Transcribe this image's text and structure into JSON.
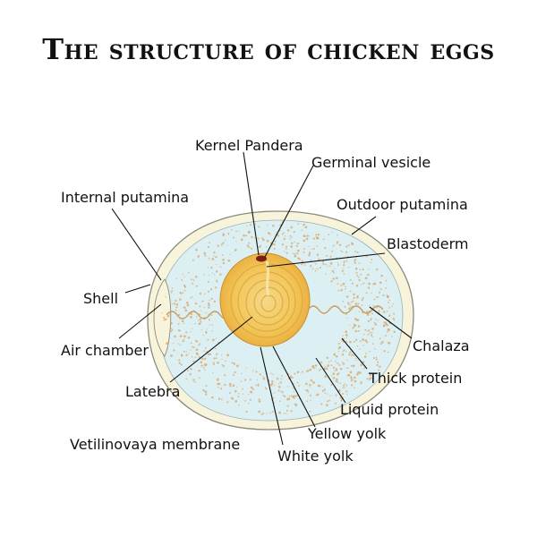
{
  "title": "The structure of chicken eggs",
  "labels": {
    "kernel_pandera": "Kernel Pandera",
    "germinal_vesicle": "Germinal vesicle",
    "internal_putamina": "Internal putamina",
    "outdoor_putamina": "Outdoor putamina",
    "blastoderm": "Blastoderm",
    "shell": "Shell",
    "air_chamber": "Air chamber",
    "chalaza": "Chalaza",
    "thick_protein": "Thick protein",
    "latebra": "Latebra",
    "liquid_protein": "Liquid protein",
    "yellow_yolk": "Yellow yolk",
    "vetilinovaya_membrane": "Vetilinovaya membrane",
    "white_yolk": "White yolk"
  },
  "colors": {
    "shell": "#f8f4dc",
    "albumen": "#dcf0f4",
    "yolk_outer": "#f5c64e",
    "yolk_inner": "#f6d576",
    "speckle": "#d9a66a",
    "germinal_dot": "#7a1f16",
    "outline": "#8a8a7a"
  }
}
